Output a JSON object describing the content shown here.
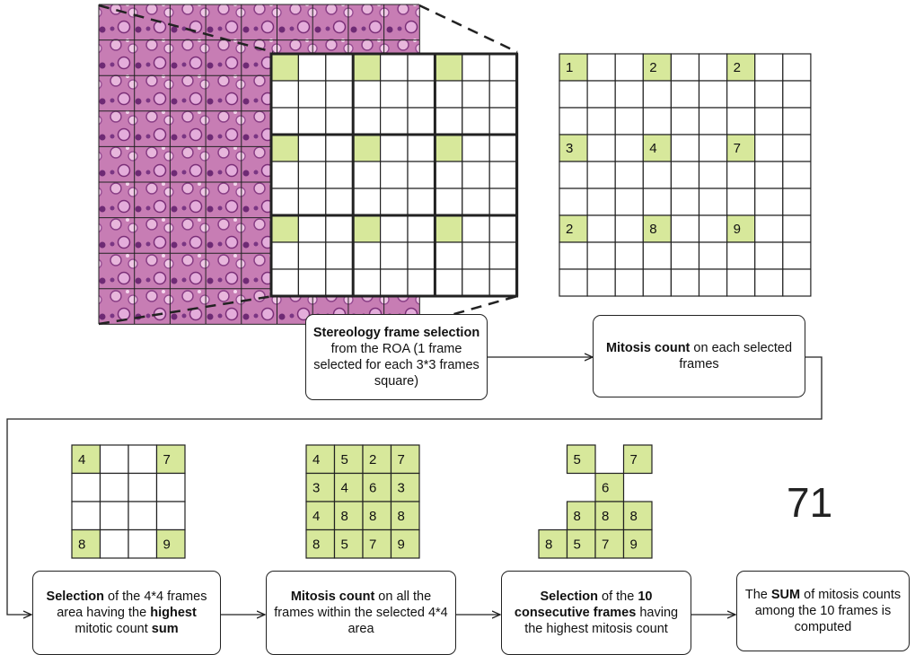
{
  "colors": {
    "highlight": "#d7e89b",
    "grid_line": "#222222",
    "tissue_base": "#c87ab3"
  },
  "grids": {
    "stereology_selected_positions": [
      [
        0,
        0
      ],
      [
        0,
        3
      ],
      [
        0,
        6
      ],
      [
        3,
        0
      ],
      [
        3,
        3
      ],
      [
        3,
        6
      ],
      [
        6,
        0
      ],
      [
        6,
        3
      ],
      [
        6,
        6
      ]
    ],
    "mitosis_counts_9x9": [
      {
        "row": 0,
        "col": 0,
        "value": "1"
      },
      {
        "row": 0,
        "col": 3,
        "value": "2"
      },
      {
        "row": 0,
        "col": 6,
        "value": "2"
      },
      {
        "row": 3,
        "col": 0,
        "value": "3"
      },
      {
        "row": 3,
        "col": 3,
        "value": "4"
      },
      {
        "row": 3,
        "col": 6,
        "value": "7"
      },
      {
        "row": 6,
        "col": 0,
        "value": "2"
      },
      {
        "row": 6,
        "col": 3,
        "value": "8"
      },
      {
        "row": 6,
        "col": 6,
        "value": "9"
      }
    ],
    "selection_4x4": [
      {
        "row": 0,
        "col": 0,
        "value": "4"
      },
      {
        "row": 0,
        "col": 3,
        "value": "7"
      },
      {
        "row": 3,
        "col": 0,
        "value": "8"
      },
      {
        "row": 3,
        "col": 3,
        "value": "9"
      }
    ],
    "full_4x4": [
      [
        "4",
        "5",
        "2",
        "7"
      ],
      [
        "3",
        "4",
        "6",
        "3"
      ],
      [
        "4",
        "8",
        "8",
        "8"
      ],
      [
        "8",
        "5",
        "7",
        "9"
      ]
    ],
    "consecutive_10": [
      {
        "row": 0,
        "col": 1,
        "value": "5"
      },
      {
        "row": 0,
        "col": 3,
        "value": "7"
      },
      {
        "row": 1,
        "col": 2,
        "value": "6"
      },
      {
        "row": 2,
        "col": 1,
        "value": "8"
      },
      {
        "row": 2,
        "col": 2,
        "value": "8"
      },
      {
        "row": 2,
        "col": 3,
        "value": "8"
      },
      {
        "row": 3,
        "col": 0,
        "value": "8"
      },
      {
        "row": 3,
        "col": 1,
        "value": "5"
      },
      {
        "row": 3,
        "col": 2,
        "value": "7"
      },
      {
        "row": 3,
        "col": 3,
        "value": "9"
      }
    ]
  },
  "steps": {
    "stereology": {
      "bold1": "Stereology frame selection",
      "rest1": " from the ROA (1 frame selected for each 3*3 frames square)"
    },
    "mitosis_each": {
      "bold1": "Mitosis count",
      "rest1": " on each selected frames"
    },
    "selection_4x4": {
      "bold1": "Selection",
      "rest1": " of the 4*4 frames area having the ",
      "bold2": "highest",
      "rest2": " mitotic count ",
      "bold3": "sum"
    },
    "mitosis_all": {
      "bold1": "Mitosis count",
      "rest1": " on all the frames within the selected 4*4 area"
    },
    "selection_10": {
      "bold1": "Selection",
      "rest1": " of the ",
      "bold2": "10 consecutive frames",
      "rest2": " having the highest mitosis count"
    },
    "sum": {
      "rest0": "The ",
      "bold1": "SUM",
      "rest1": " of mitosis counts among the 10 frames is computed"
    }
  },
  "result_value": "71"
}
